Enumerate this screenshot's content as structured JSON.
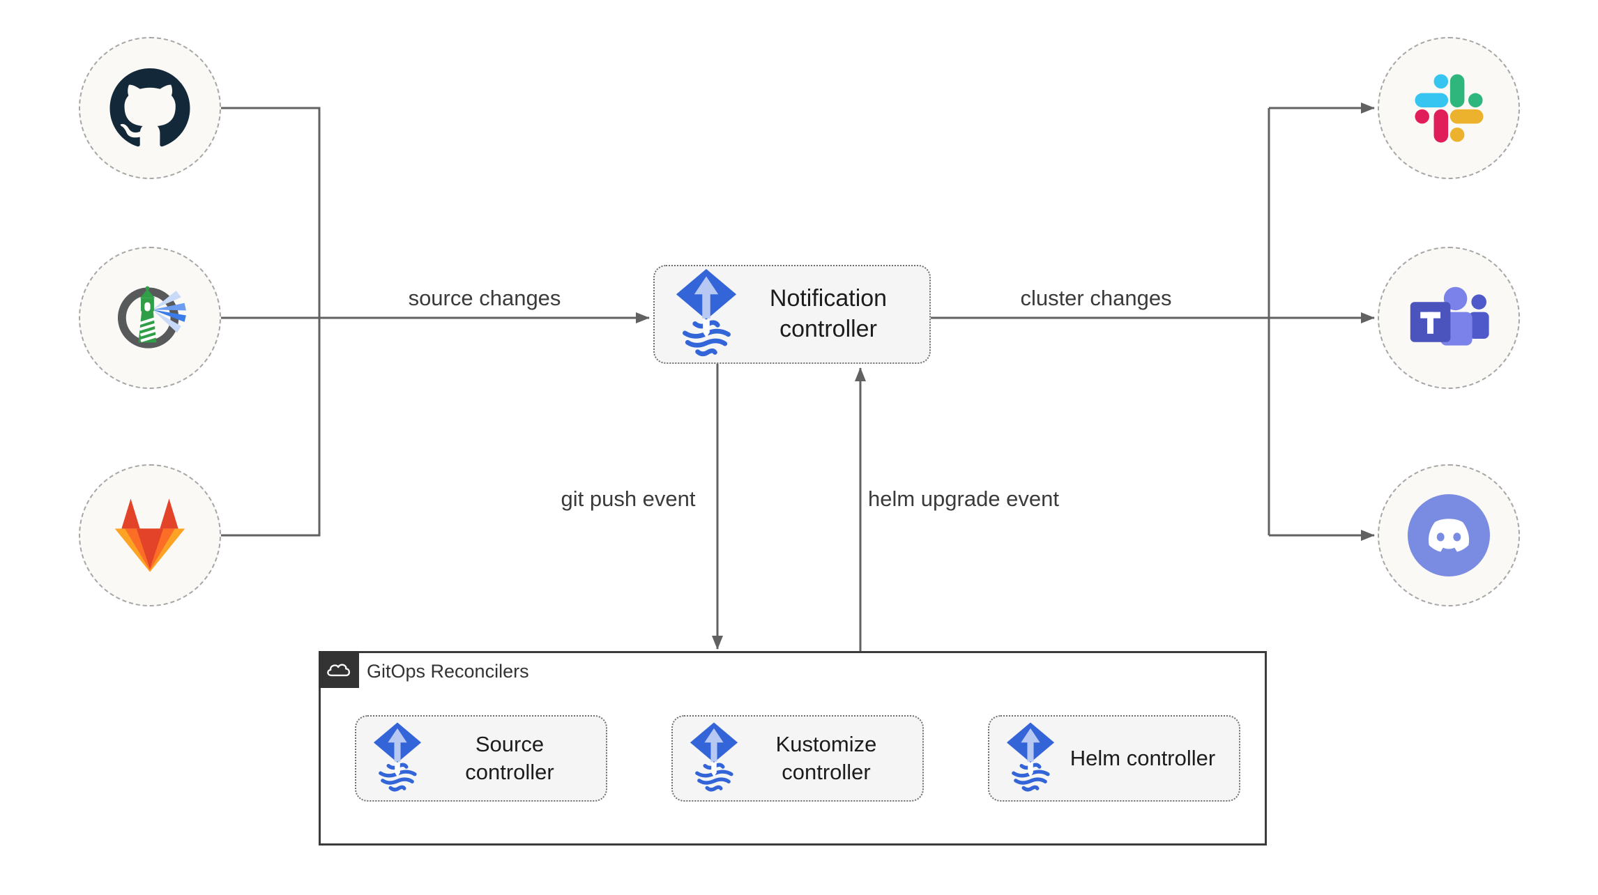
{
  "notification": {
    "label": "Notification controller"
  },
  "edges": {
    "source_changes": "source changes",
    "cluster_changes": "cluster changes",
    "git_push_event": "git push event",
    "helm_upgrade_event": "helm upgrade event"
  },
  "group": {
    "title": "GitOps Reconcilers",
    "nodes": [
      {
        "label": "Source controller"
      },
      {
        "label": "Kustomize controller"
      },
      {
        "label": "Helm controller"
      }
    ]
  },
  "icons": {
    "sources": [
      "github-icon",
      "harbor-icon",
      "gitlab-icon"
    ],
    "targets": [
      "slack-icon",
      "ms-teams-icon",
      "discord-icon"
    ],
    "controller_icon": "flux-icon",
    "group_icon": "cloud-icon"
  },
  "colors": {
    "flux_blue": "#3365d9",
    "flux_light_blue": "#b7c8f2",
    "wire_gray": "#616161",
    "node_fill": "#f5f5f5",
    "circle_fill": "#faf9f6",
    "group_border": "#3b3b3b",
    "badge_dark": "#333333",
    "github_dark": "#132838",
    "harbor_green": "#2f9e47",
    "gitlab_red": "#e24329",
    "gitlab_orange": "#fc6d26",
    "gitlab_amber": "#fca326",
    "slack_blue": "#36c5f0",
    "slack_green": "#2eb67d",
    "slack_pink": "#e01e5a",
    "slack_yellow": "#ecb22e",
    "teams_purple": "#4b53bc",
    "teams_light_purple": "#7b83eb",
    "discord_blurple": "#7a8ce2"
  }
}
